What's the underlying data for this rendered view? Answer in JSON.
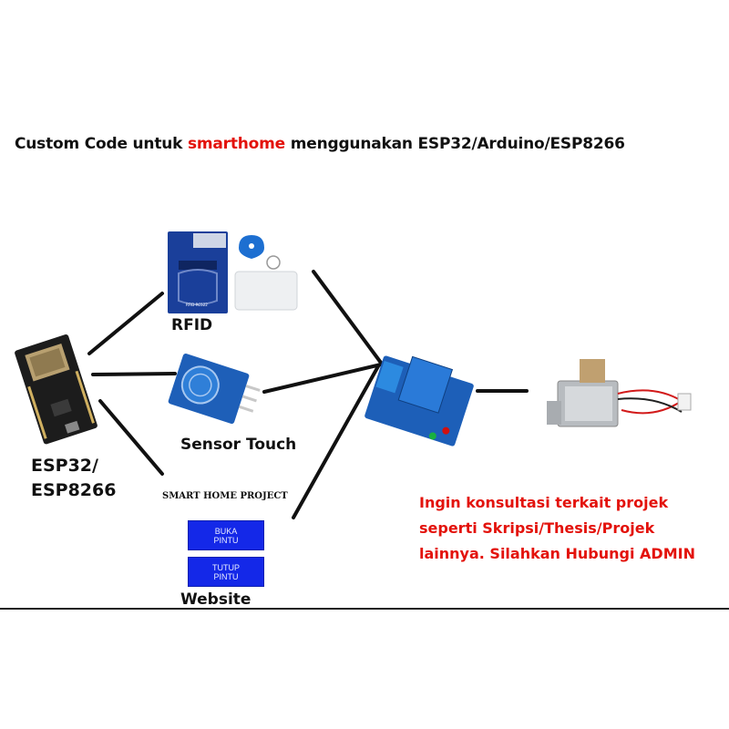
{
  "title": {
    "part1": "Custom Code untuk ",
    "highlight": "smarthome",
    "part2": " menggunakan ESP32/Arduino/ESP8266",
    "highlight_color": "#e3120b"
  },
  "nodes": {
    "esp": {
      "line1": "ESP32/",
      "line2": "ESP8266"
    },
    "rfid": {
      "label": "RFID",
      "board_text": "RFID-RC522"
    },
    "touch": {
      "label": "Sensor Touch"
    },
    "website": {
      "label": "Website",
      "header": "SMART HOME PROJECT",
      "buttons": [
        {
          "line1": "BUKA",
          "line2": "PINTU"
        },
        {
          "line1": "TUTUP",
          "line2": "PINTU"
        }
      ]
    },
    "relay": {
      "icon": "relay-module-icon"
    },
    "lock": {
      "icon": "solenoid-lock-icon"
    }
  },
  "consultation": {
    "line1": "Ingin konsultasi terkait projek",
    "line2": "seperti Skripsi/Thesis/Projek",
    "line3": "lainnya. Silahkan Hubungi ADMIN",
    "color": "#e3120b"
  }
}
